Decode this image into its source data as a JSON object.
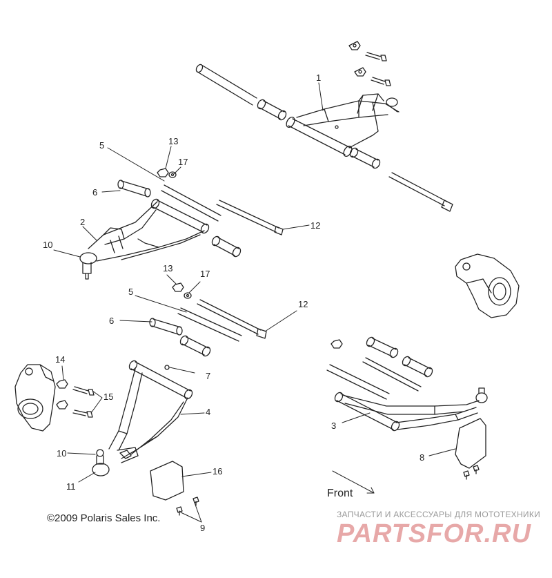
{
  "diagram": {
    "callouts": [
      "1",
      "2",
      "3",
      "4",
      "5",
      "5",
      "6",
      "6",
      "7",
      "8",
      "9",
      "10",
      "10",
      "11",
      "12",
      "12",
      "13",
      "13",
      "14",
      "15",
      "16",
      "17",
      "17"
    ],
    "copyright": "©2009 Polaris Sales Inc.",
    "front_label": "Front"
  },
  "watermark": {
    "tagline": "ЗАПЧАСТИ И АКСЕССУАРЫ ДЛЯ МОТОТЕХНИКИ",
    "brand": "PARTSFOR.RU"
  },
  "colors": {
    "line": "#222222",
    "watermark": "#e7a8a8"
  }
}
